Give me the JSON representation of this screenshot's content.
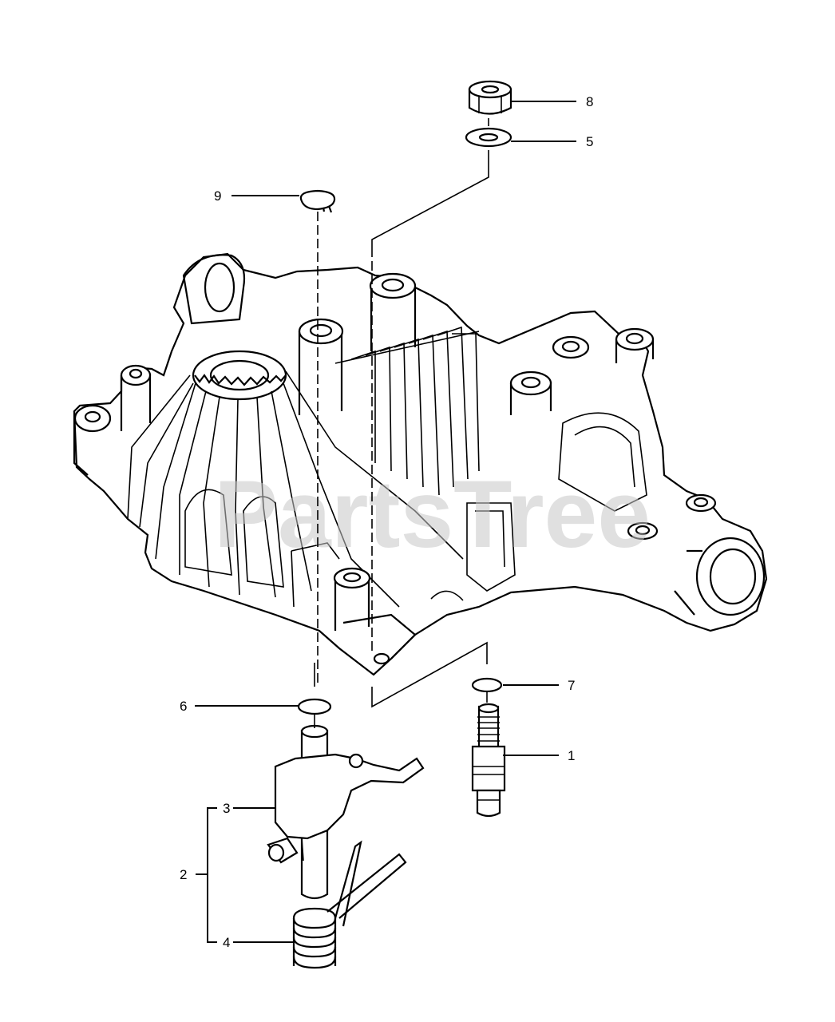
{
  "diagram": {
    "watermark": "PartsTree",
    "callouts": [
      {
        "id": "1",
        "label": "1"
      },
      {
        "id": "2",
        "label": "2"
      },
      {
        "id": "3",
        "label": "3"
      },
      {
        "id": "4",
        "label": "4"
      },
      {
        "id": "5",
        "label": "5"
      },
      {
        "id": "6",
        "label": "6"
      },
      {
        "id": "7",
        "label": "7"
      },
      {
        "id": "8",
        "label": "8"
      },
      {
        "id": "9",
        "label": "9"
      }
    ]
  }
}
